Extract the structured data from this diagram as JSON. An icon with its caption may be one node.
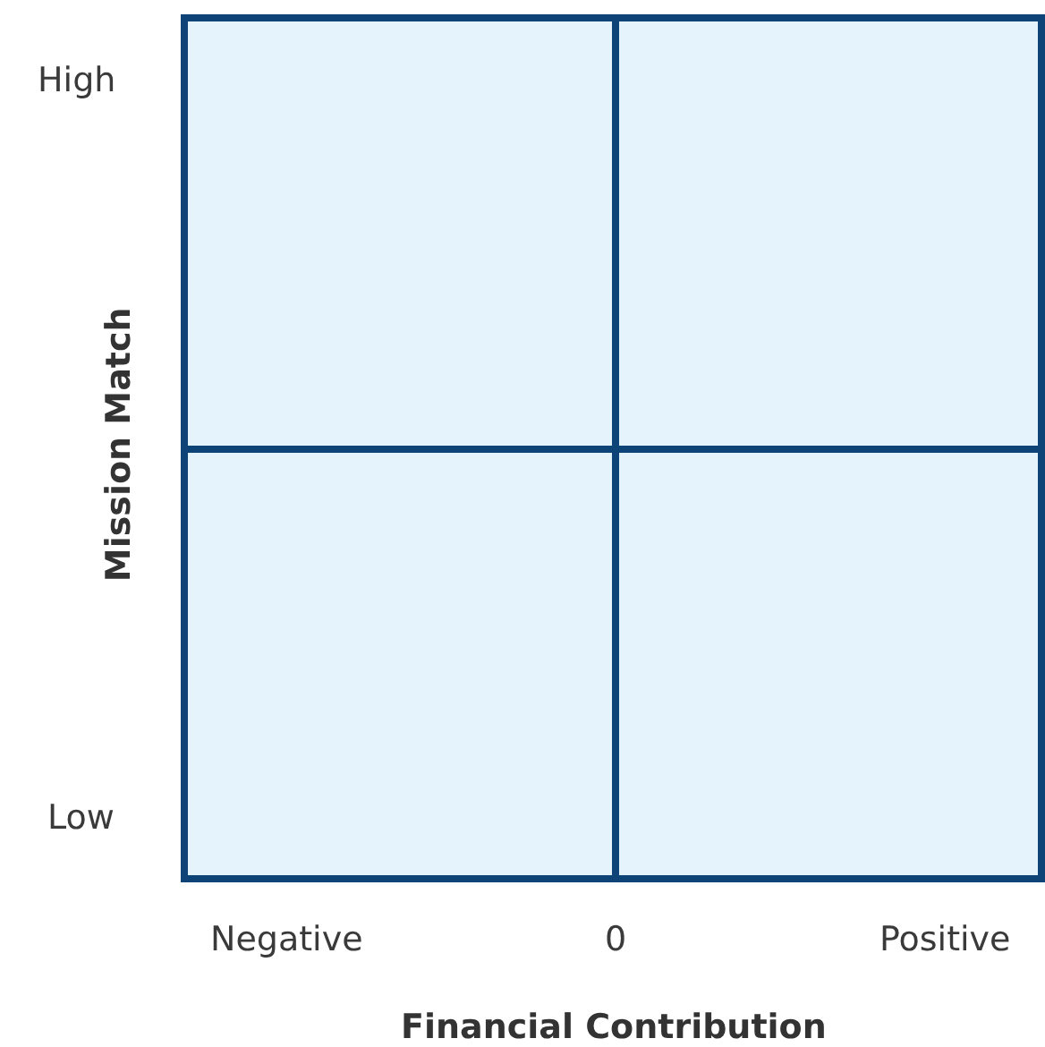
{
  "diagram": {
    "labels": [
      "High",
      "Low",
      "Mission Match",
      "Negative",
      "0",
      "Positive",
      "Financial Contribution"
    ]
  }
}
